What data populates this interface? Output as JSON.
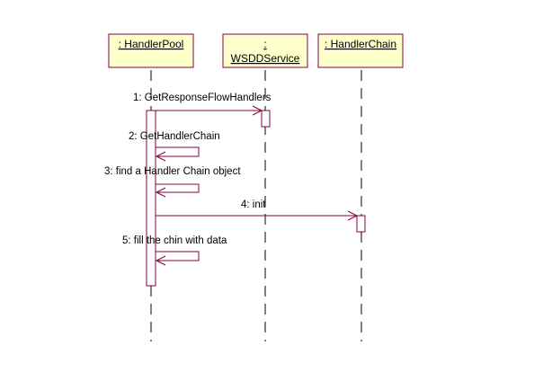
{
  "diagram": {
    "type": "sequence",
    "colors": {
      "line": "#800040",
      "box_fill": "#ffffcc",
      "box_border": "#800040",
      "lifeline": "#000000"
    },
    "objects": [
      {
        "id": "pool",
        "line1": " : HandlerPool",
        "line2": ""
      },
      {
        "id": "wsdd",
        "line1": ":",
        "line2": "WSDDService"
      },
      {
        "id": "chain",
        "line1": ": HandlerChain",
        "line2": ""
      }
    ],
    "messages": [
      {
        "label": "1: GetResponseFlowHandlers",
        "from": "pool",
        "to": "wsdd"
      },
      {
        "label": "2: GetHandlerChain",
        "from": "pool",
        "to": "pool"
      },
      {
        "label": "3: find a Handler Chain object",
        "from": "pool",
        "to": "pool"
      },
      {
        "label": "4: init",
        "from": "pool",
        "to": "chain"
      },
      {
        "label": "5: fill the chin with data",
        "from": "pool",
        "to": "pool"
      }
    ]
  }
}
